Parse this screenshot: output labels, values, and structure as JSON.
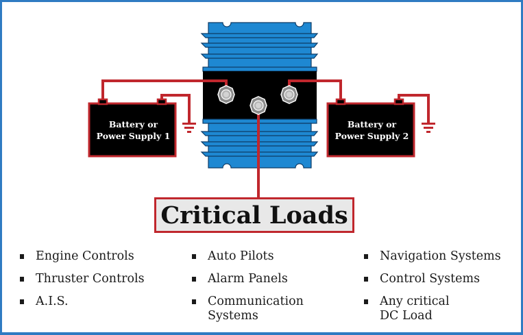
{
  "diagram": {
    "title": "Critical Loads",
    "colors": {
      "frame": "#2f7bc2",
      "wire": "#c0272d",
      "heatsink": "#1e88d2",
      "heatsink_outline": "#0d3b66",
      "body": "#000000",
      "terminal": "#c8c8c8",
      "title_box": "#e8e8e8"
    },
    "power_sources": [
      {
        "id": "battery-1",
        "line1": "Battery or",
        "line2": "Power Supply 1"
      },
      {
        "id": "battery-2",
        "line1": "Battery or",
        "line2": "Power Supply 2"
      }
    ],
    "isolator": {
      "icon": "battery-isolator-heatsink",
      "terminals": [
        "input-1",
        "output-common",
        "input-2"
      ]
    },
    "ground_icon": "ground-symbol"
  },
  "loads": {
    "columns": [
      {
        "items": [
          {
            "line1": "Engine Controls"
          },
          {
            "line1": "Thruster Controls"
          },
          {
            "line1": "A.I.S."
          }
        ]
      },
      {
        "items": [
          {
            "line1": "Auto Pilots"
          },
          {
            "line1": "Alarm Panels"
          },
          {
            "line1": "Communication",
            "line2": "Systems"
          }
        ]
      },
      {
        "items": [
          {
            "line1": "Navigation Systems"
          },
          {
            "line1": "Control Systems"
          },
          {
            "line1": "Any critical",
            "line2": "DC Load"
          }
        ]
      }
    ]
  }
}
